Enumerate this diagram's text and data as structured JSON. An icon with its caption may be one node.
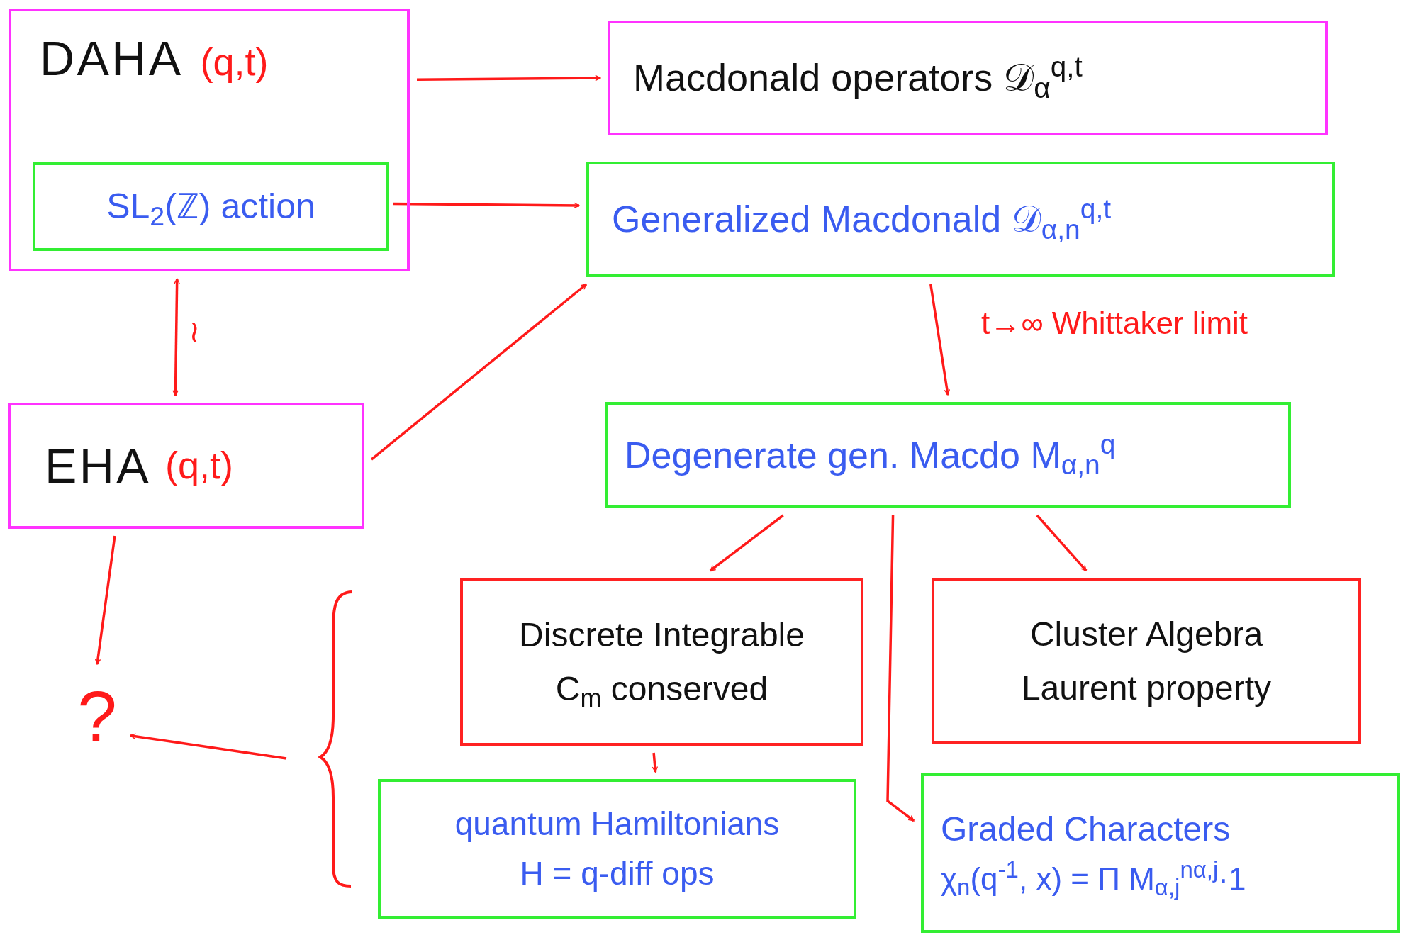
{
  "diagram": {
    "nodes": [
      {
        "text": [
          "DAHA",
          "(q,t)"
        ]
      },
      {
        "text": [
          "SL$_{2}$(ℤ) action"
        ],
        "in": 0
      },
      {
        "text": [
          "Macdonald operators 𝒟$_{α}$$^{q,t}$"
        ]
      },
      {
        "text": [
          "Generalized Macdonald 𝒟$_{α,n}$$^{q,t}$"
        ]
      },
      {
        "text": [
          "EHA",
          "(q,t)"
        ]
      },
      {
        "text": [
          "Degenerate gen. Macdo M$_{α,n}$$^{q}$"
        ]
      },
      {
        "text": [
          "?"
        ]
      },
      {
        "text": [
          "Discrete Integrable",
          "C$_{m}$ conserved"
        ]
      },
      {
        "text": [
          "Cluster Algebra",
          "Laurent property"
        ]
      },
      {
        "text": [
          "quantum Hamiltonians",
          "H = q-diff ops"
        ]
      },
      {
        "text": [
          "Graded Characters",
          "χ$_{n}$(q$^{-1}$, x) = Π M$_{α,j}$$^{nα,j}$·1"
        ]
      }
    ],
    "edges": [
      {
        "from": 0,
        "to": 2,
        "arrow": "to"
      },
      {
        "from": 1,
        "to": 3,
        "arrow": "to"
      },
      {
        "from": 0,
        "to": 4,
        "arrow": "both",
        "label": "≀"
      },
      {
        "from": 4,
        "to": 3,
        "arrow": "to"
      },
      {
        "from": 3,
        "to": 5,
        "arrow": "to",
        "label": "t→∞ Whittaker limit"
      },
      {
        "from": 4,
        "to": 6,
        "arrow": "to"
      },
      {
        "from": 5,
        "to": 7,
        "arrow": "to"
      },
      {
        "from": 5,
        "to": 10,
        "arrow": "to"
      },
      {
        "from": 5,
        "to": 8,
        "arrow": "to"
      },
      {
        "from": 7,
        "to": 9,
        "arrow": "to"
      },
      {
        "from": null,
        "to": 6,
        "arrow": "to"
      }
    ]
  }
}
